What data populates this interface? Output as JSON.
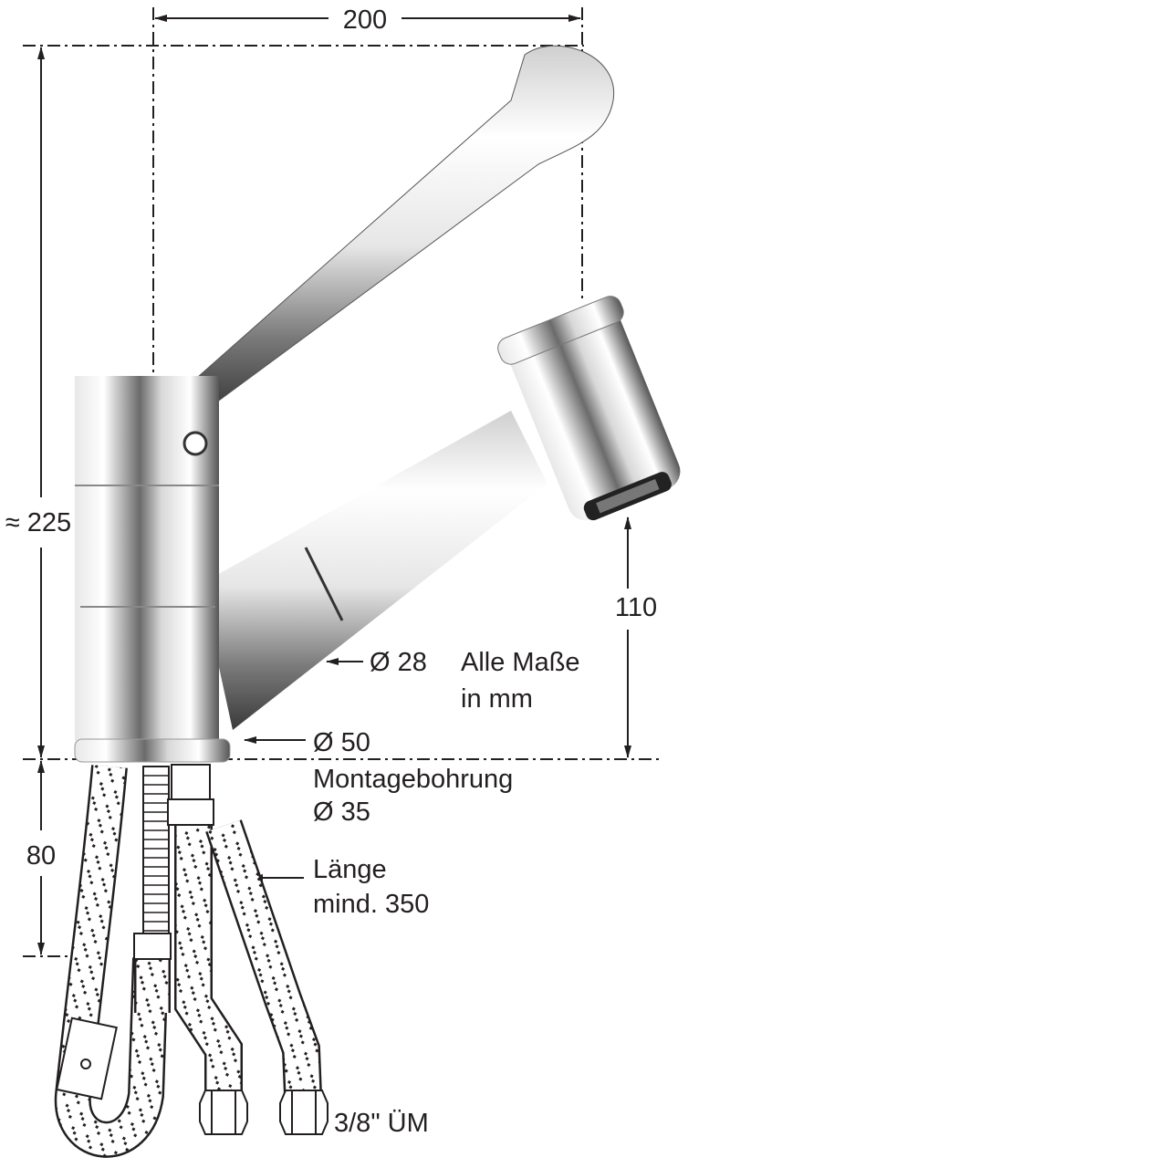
{
  "title": "Faucet dimension drawing",
  "dimensions": {
    "width": "200",
    "height": "≈ 225",
    "spout_height": "110",
    "below_deck": "80"
  },
  "annotations": {
    "spout_diameter": "Ø 28",
    "units_line1": "Alle Maße",
    "units_line2": "in mm",
    "base_diameter": "Ø 50",
    "mounting_hole_line1": "Montagebohrung",
    "mounting_hole_line2": "Ø 35",
    "hose_length_line1": "Länge",
    "hose_length_line2": "mind. 350",
    "connection": "3/8\" ÜM"
  },
  "colors": {
    "line": "#231f20",
    "chrome_light": "#f2f2f2",
    "chrome_dark": "#3a3a3a"
  }
}
